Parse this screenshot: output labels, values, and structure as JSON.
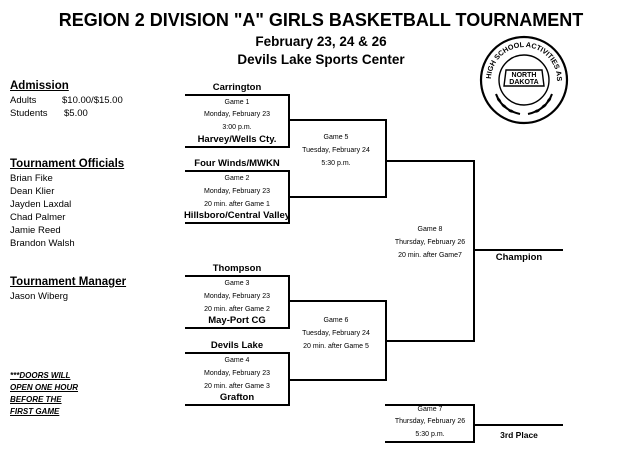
{
  "header": {
    "title": "REGION 2 DIVISION \"A\" GIRLS BASKETBALL TOURNAMENT",
    "dates": "February 23, 24 & 26",
    "venue": "Devils Lake Sports Center"
  },
  "admission": {
    "heading": "Admission",
    "rows": [
      {
        "label": "Adults",
        "price": "$10.00/$15.00"
      },
      {
        "label": "Students",
        "price": "$5.00"
      }
    ]
  },
  "officials": {
    "heading": "Tournament Officials",
    "names": [
      "Brian Fike",
      "Dean Klier",
      "Jayden Laxdal",
      "Chad Palmer",
      "Jamie Reed",
      "Brandon Walsh"
    ]
  },
  "manager": {
    "heading": "Tournament Manager",
    "name": "Jason Wiberg"
  },
  "doors_note": [
    "***DOORS WILL",
    "OPEN ONE HOUR",
    "BEFORE THE",
    "FIRST GAME"
  ],
  "games": [
    {
      "top_team": "Carrington",
      "bottom_team": "Harvey/Wells Cty.",
      "label": "Game 1",
      "date": "Monday, February 23",
      "time": "3:00 p.m."
    },
    {
      "top_team": "Four Winds/MWKN",
      "bottom_team": "Hillsboro/Central Valley",
      "label": "Game 2",
      "date": "Monday, February 23",
      "time": "20 min. after Game 1"
    },
    {
      "top_team": "Thompson",
      "bottom_team": "May-Port CG",
      "label": "Game 3",
      "date": "Monday, February 23",
      "time": "20 min. after Game 2"
    },
    {
      "top_team": "Devils Lake",
      "bottom_team": "Grafton",
      "label": "Game 4",
      "date": "Monday, February 23",
      "time": "20 min. after Game 3"
    },
    {
      "label": "Game 5",
      "date": "Tuesday, February 24",
      "time": "5:30 p.m."
    },
    {
      "label": "Game 6",
      "date": "Tuesday, February 24",
      "time": "20 min. after Game 5"
    },
    {
      "label": "Game 7",
      "date": "Thursday, February 26",
      "time": "5:30 p.m."
    },
    {
      "label": "Game 8",
      "date": "Thursday, February 26",
      "time": "20 min. after Game7"
    }
  ],
  "champion_label": "Champion",
  "third_place_label": "3rd Place",
  "seal": {
    "ring_text": "HIGH SCHOOL ACTIVITIES ASSOCIATION",
    "state_line1": "NORTH",
    "state_line2": "DAKOTA"
  }
}
